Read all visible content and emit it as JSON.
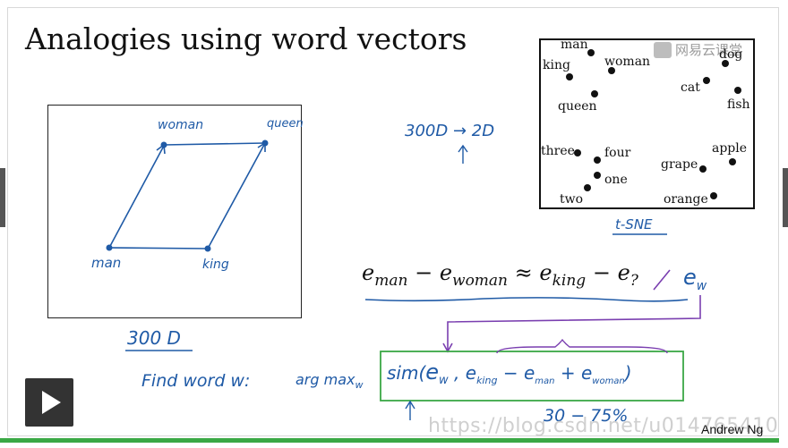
{
  "slide": {
    "title": "Analogies using word vectors",
    "author": "Andrew Ng",
    "watermark": "https://blog.csdn.net/u014765410",
    "logo_text": "网易云课堂"
  },
  "parallelogram": {
    "labels": {
      "woman": "woman",
      "queen": "queen",
      "man": "man",
      "king": "king"
    },
    "dim_label": "300 D"
  },
  "tsne": {
    "words": [
      "man",
      "woman",
      "king",
      "dog",
      "cat",
      "fish",
      "queen",
      "three",
      "four",
      "apple",
      "grape",
      "one",
      "two",
      "orange"
    ],
    "caption": "t-SNE",
    "arrow_note": "300D → 2D"
  },
  "equation": {
    "e1": "e",
    "s1": "man",
    "minus": "−",
    "e2": "e",
    "s2": "woman",
    "approx": "≈",
    "e3": "e",
    "s3": "king",
    "minus2": "−",
    "e4": "e",
    "s4": "?",
    "hand": "e",
    "hand_sub": "w"
  },
  "find": {
    "prefix": "Find word w:",
    "argmax": "arg max",
    "argmax_sub": "w",
    "sim": "sim(",
    "ew": "e",
    "ew_sub": "w",
    "comma": ",",
    "e_king": "e",
    "e_king_sub": "king",
    "minus": "−",
    "e_man": "e",
    "e_man_sub": "man",
    "plus": "+",
    "e_woman": "e",
    "e_woman_sub": "woman",
    "close": ")",
    "accuracy": "30 − 75%"
  },
  "player": {
    "progress": 1.0
  },
  "colors": {
    "ink_blue": "#1f5aa6",
    "purple": "#7a3fb0",
    "green": "#3aa845",
    "black": "#111111"
  },
  "icons": {
    "play": "play-icon"
  }
}
